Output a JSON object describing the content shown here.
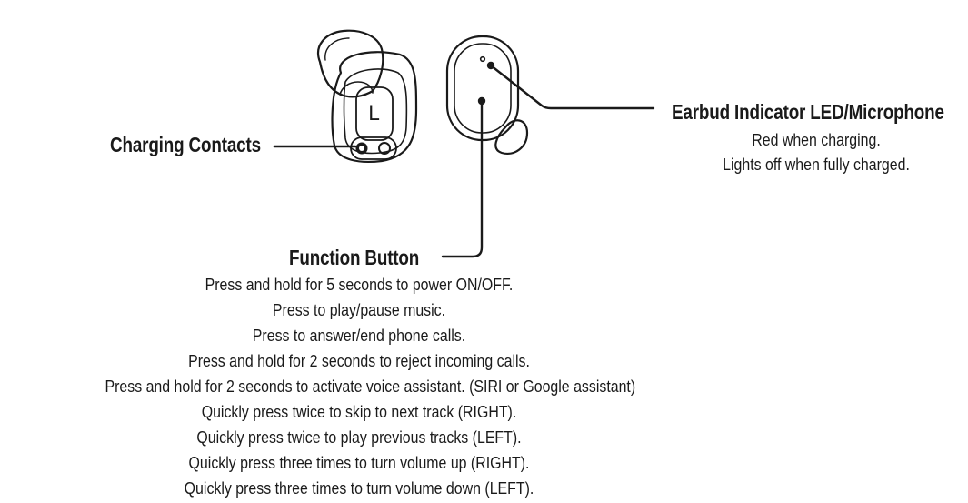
{
  "earbud_left": {
    "side_letter": "L"
  },
  "labels": {
    "charging_contacts": {
      "title": "Charging Contacts"
    },
    "indicator_led": {
      "title": "Earbud Indicator LED/Microphone",
      "description": [
        "Red when charging.",
        "Lights off when fully charged."
      ]
    },
    "function_button": {
      "title": "Function Button",
      "description": [
        "Press and hold for 5 seconds to power ON/OFF.",
        "Press to play/pause music.",
        "Press to answer/end phone calls.",
        "Press and hold for 2 seconds to reject incoming calls.",
        "Press and hold for 2 seconds to activate voice assistant. (SIRI or Google assistant)",
        "Quickly press twice to skip to next track (RIGHT).",
        "Quickly press twice to play previous tracks (LEFT).",
        "Quickly press three times to turn volume up (RIGHT).",
        "Quickly press three times to turn volume down (LEFT)."
      ]
    }
  },
  "colors": {
    "line": "#1a1a1a",
    "background": "#ffffff"
  }
}
